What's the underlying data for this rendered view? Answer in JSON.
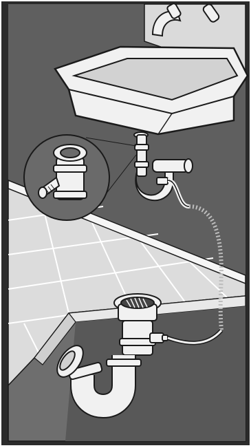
{
  "illustration": {
    "palette": {
      "wall": "#5f5f5f",
      "wall_dark": "#4a4a4a",
      "floor": "#dcdcdc",
      "floor_grid": "#ffffff",
      "pipe": "#f1f1f1",
      "outline": "#1a1a1a",
      "frame_dark": "#2b2b2b",
      "inset_bg": "#6a6a6a",
      "hose_dash": "#bdbdbd"
    },
    "icons": [
      "sink-illustration",
      "faucet-illustration",
      "p-trap-pipe-illustration",
      "t-fitting-inset-illustration",
      "floor-drain-illustration",
      "drain-hose-illustration"
    ]
  }
}
